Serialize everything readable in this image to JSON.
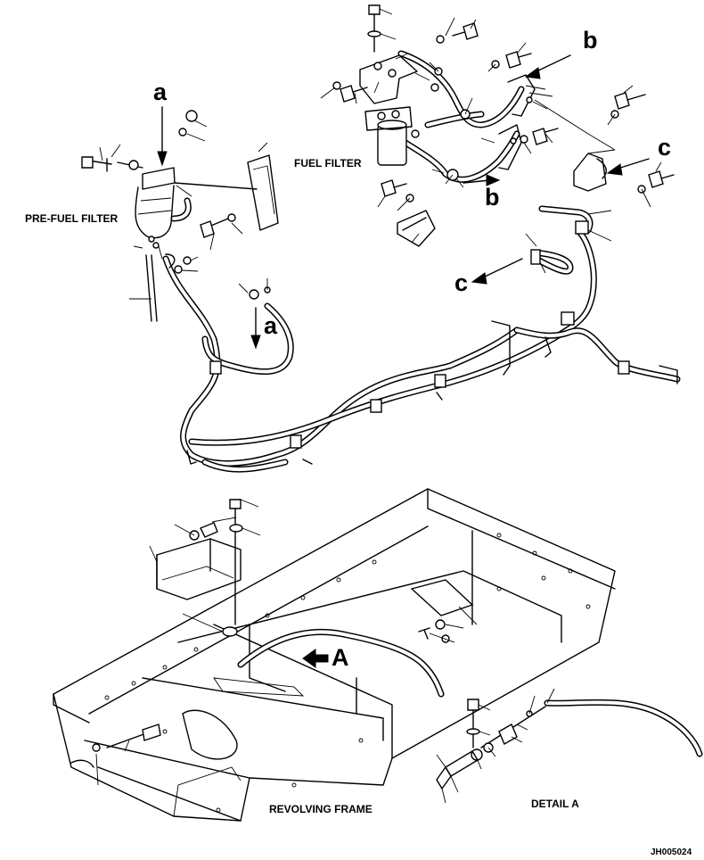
{
  "labels": {
    "fuel_filter": "FUEL FILTER",
    "pre_fuel_filter": "PRE-FUEL FILTER",
    "revolving_frame": "REVOLVING FRAME",
    "detail_a": "DETAIL A",
    "drawing_code": "JH005024"
  },
  "callouts": {
    "a_top": "a",
    "a_mid": "a",
    "b_top": "b",
    "b_mid": "b",
    "c_right": "c",
    "c_left": "c",
    "A_detail": "A"
  }
}
